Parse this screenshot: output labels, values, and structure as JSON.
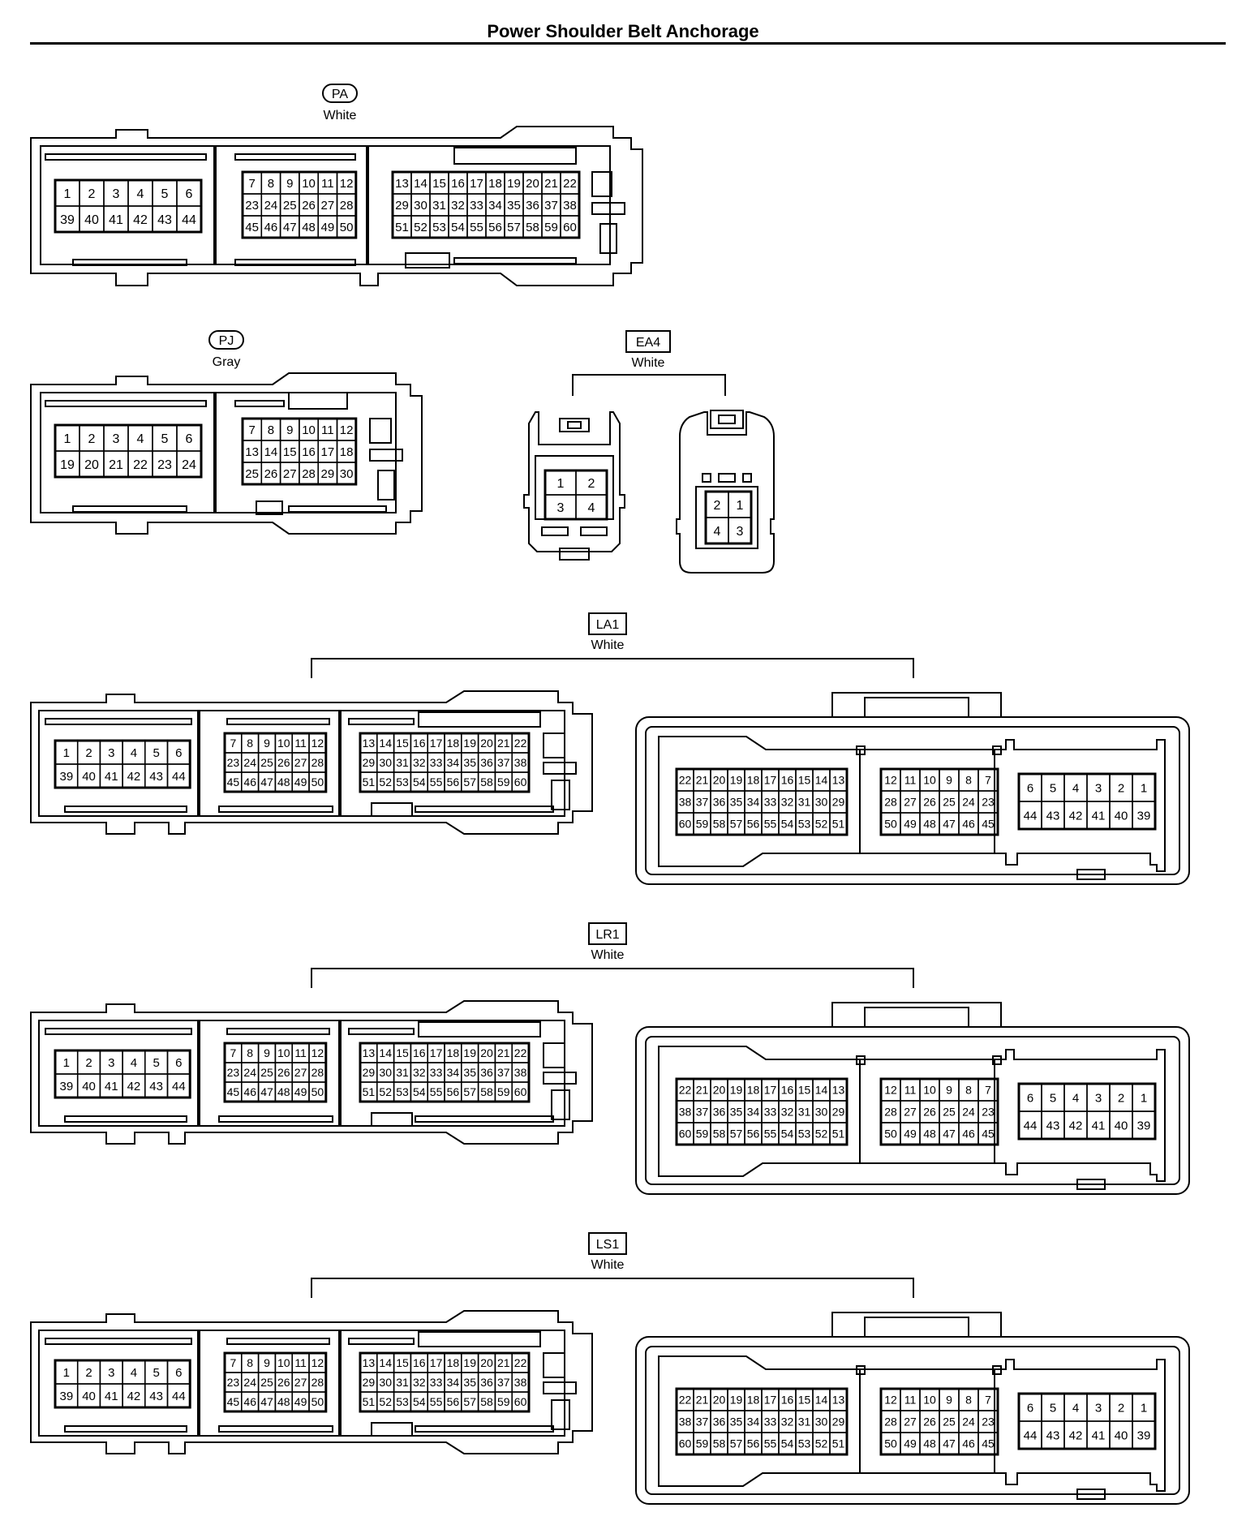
{
  "title": "Power Shoulder Belt Anchorage",
  "connectors": {
    "pa": {
      "code": "PA",
      "color": "White",
      "blocks": [
        [
          [
            "1",
            "2",
            "3",
            "4",
            "5",
            "6"
          ],
          [
            "39",
            "40",
            "41",
            "42",
            "43",
            "44"
          ]
        ],
        [
          [
            "7",
            "8",
            "9",
            "10",
            "11",
            "12"
          ],
          [
            "23",
            "24",
            "25",
            "26",
            "27",
            "28"
          ],
          [
            "45",
            "46",
            "47",
            "48",
            "49",
            "50"
          ]
        ],
        [
          [
            "13",
            "14",
            "15",
            "16",
            "17",
            "18",
            "19",
            "20",
            "21",
            "22"
          ],
          [
            "29",
            "30",
            "31",
            "32",
            "33",
            "34",
            "35",
            "36",
            "37",
            "38"
          ],
          [
            "51",
            "52",
            "53",
            "54",
            "55",
            "56",
            "57",
            "58",
            "59",
            "60"
          ]
        ]
      ]
    },
    "pj": {
      "code": "PJ",
      "color": "Gray",
      "blocks": [
        [
          [
            "1",
            "2",
            "3",
            "4",
            "5",
            "6"
          ],
          [
            "19",
            "20",
            "21",
            "22",
            "23",
            "24"
          ]
        ],
        [
          [
            "7",
            "8",
            "9",
            "10",
            "11",
            "12"
          ],
          [
            "13",
            "14",
            "15",
            "16",
            "17",
            "18"
          ],
          [
            "25",
            "26",
            "27",
            "28",
            "29",
            "30"
          ]
        ]
      ]
    },
    "ea4": {
      "code": "EA4",
      "color": "White",
      "male": [
        [
          "1",
          "2"
        ],
        [
          "3",
          "4"
        ]
      ],
      "female": [
        [
          "2",
          "1"
        ],
        [
          "4",
          "3"
        ]
      ]
    },
    "la1": {
      "code": "LA1",
      "color": "White",
      "male": [
        [
          [
            "1",
            "2",
            "3",
            "4",
            "5",
            "6"
          ],
          [
            "39",
            "40",
            "41",
            "42",
            "43",
            "44"
          ]
        ],
        [
          [
            "7",
            "8",
            "9",
            "10",
            "11",
            "12"
          ],
          [
            "23",
            "24",
            "25",
            "26",
            "27",
            "28"
          ],
          [
            "45",
            "46",
            "47",
            "48",
            "49",
            "50"
          ]
        ],
        [
          [
            "13",
            "14",
            "15",
            "16",
            "17",
            "18",
            "19",
            "20",
            "21",
            "22"
          ],
          [
            "29",
            "30",
            "31",
            "32",
            "33",
            "34",
            "35",
            "36",
            "37",
            "38"
          ],
          [
            "51",
            "52",
            "53",
            "54",
            "55",
            "56",
            "57",
            "58",
            "59",
            "60"
          ]
        ]
      ],
      "female": [
        [
          [
            "22",
            "21",
            "20",
            "19",
            "18",
            "17",
            "16",
            "15",
            "14",
            "13"
          ],
          [
            "38",
            "37",
            "36",
            "35",
            "34",
            "33",
            "32",
            "31",
            "30",
            "29"
          ],
          [
            "60",
            "59",
            "58",
            "57",
            "56",
            "55",
            "54",
            "53",
            "52",
            "51"
          ]
        ],
        [
          [
            "12",
            "11",
            "10",
            "9",
            "8",
            "7"
          ],
          [
            "28",
            "27",
            "26",
            "25",
            "24",
            "23"
          ],
          [
            "50",
            "49",
            "48",
            "47",
            "46",
            "45"
          ]
        ],
        [
          [
            "6",
            "5",
            "4",
            "3",
            "2",
            "1"
          ],
          [
            "44",
            "43",
            "42",
            "41",
            "40",
            "39"
          ]
        ]
      ]
    },
    "lr1": {
      "code": "LR1",
      "color": "White",
      "male": [
        [
          [
            "1",
            "2",
            "3",
            "4",
            "5",
            "6"
          ],
          [
            "39",
            "40",
            "41",
            "42",
            "43",
            "44"
          ]
        ],
        [
          [
            "7",
            "8",
            "9",
            "10",
            "11",
            "12"
          ],
          [
            "23",
            "24",
            "25",
            "26",
            "27",
            "28"
          ],
          [
            "45",
            "46",
            "47",
            "48",
            "49",
            "50"
          ]
        ],
        [
          [
            "13",
            "14",
            "15",
            "16",
            "17",
            "18",
            "19",
            "20",
            "21",
            "22"
          ],
          [
            "29",
            "30",
            "31",
            "32",
            "33",
            "34",
            "35",
            "36",
            "37",
            "38"
          ],
          [
            "51",
            "52",
            "53",
            "54",
            "55",
            "56",
            "57",
            "58",
            "59",
            "60"
          ]
        ]
      ],
      "female": [
        [
          [
            "22",
            "21",
            "20",
            "19",
            "18",
            "17",
            "16",
            "15",
            "14",
            "13"
          ],
          [
            "38",
            "37",
            "36",
            "35",
            "34",
            "33",
            "32",
            "31",
            "30",
            "29"
          ],
          [
            "60",
            "59",
            "58",
            "57",
            "56",
            "55",
            "54",
            "53",
            "52",
            "51"
          ]
        ],
        [
          [
            "12",
            "11",
            "10",
            "9",
            "8",
            "7"
          ],
          [
            "28",
            "27",
            "26",
            "25",
            "24",
            "23"
          ],
          [
            "50",
            "49",
            "48",
            "47",
            "46",
            "45"
          ]
        ],
        [
          [
            "6",
            "5",
            "4",
            "3",
            "2",
            "1"
          ],
          [
            "44",
            "43",
            "42",
            "41",
            "40",
            "39"
          ]
        ]
      ]
    },
    "ls1": {
      "code": "LS1",
      "color": "White",
      "male": [
        [
          [
            "1",
            "2",
            "3",
            "4",
            "5",
            "6"
          ],
          [
            "39",
            "40",
            "41",
            "42",
            "43",
            "44"
          ]
        ],
        [
          [
            "7",
            "8",
            "9",
            "10",
            "11",
            "12"
          ],
          [
            "23",
            "24",
            "25",
            "26",
            "27",
            "28"
          ],
          [
            "45",
            "46",
            "47",
            "48",
            "49",
            "50"
          ]
        ],
        [
          [
            "13",
            "14",
            "15",
            "16",
            "17",
            "18",
            "19",
            "20",
            "21",
            "22"
          ],
          [
            "29",
            "30",
            "31",
            "32",
            "33",
            "34",
            "35",
            "36",
            "37",
            "38"
          ],
          [
            "51",
            "52",
            "53",
            "54",
            "55",
            "56",
            "57",
            "58",
            "59",
            "60"
          ]
        ]
      ],
      "female": [
        [
          [
            "22",
            "21",
            "20",
            "19",
            "18",
            "17",
            "16",
            "15",
            "14",
            "13"
          ],
          [
            "38",
            "37",
            "36",
            "35",
            "34",
            "33",
            "32",
            "31",
            "30",
            "29"
          ],
          [
            "60",
            "59",
            "58",
            "57",
            "56",
            "55",
            "54",
            "53",
            "52",
            "51"
          ]
        ],
        [
          [
            "12",
            "11",
            "10",
            "9",
            "8",
            "7"
          ],
          [
            "28",
            "27",
            "26",
            "25",
            "24",
            "23"
          ],
          [
            "50",
            "49",
            "48",
            "47",
            "46",
            "45"
          ]
        ],
        [
          [
            "6",
            "5",
            "4",
            "3",
            "2",
            "1"
          ],
          [
            "44",
            "43",
            "42",
            "41",
            "40",
            "39"
          ]
        ]
      ]
    }
  }
}
